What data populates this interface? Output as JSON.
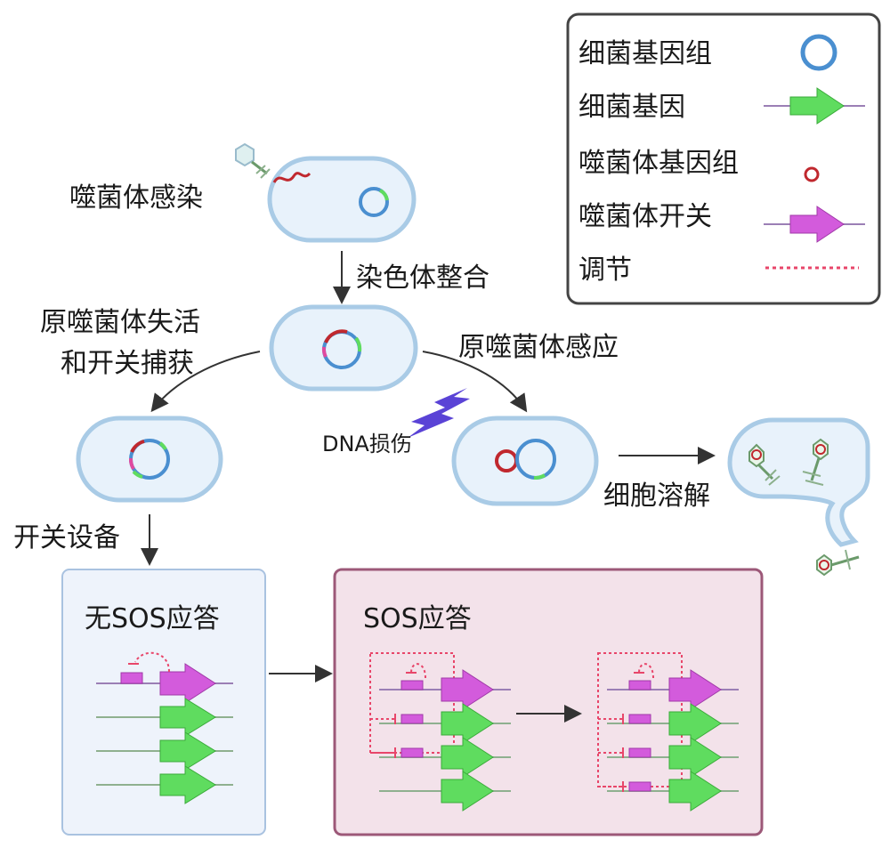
{
  "labels": {
    "phage_infection": "噬菌体感染",
    "chromosome_integration": "染色体整合",
    "prophage_inactivation_line1": "原噬菌体失活",
    "prophage_inactivation_line2": "和开关捕获",
    "prophage_induction": "原噬菌体感应",
    "dna_damage": "DNA损伤",
    "cell_lysis": "细胞溶解",
    "switch_equipment": "开关设备",
    "no_sos_response": "无SOS应答",
    "sos_response": "SOS应答"
  },
  "legend": {
    "items": [
      {
        "label": "细菌基因组",
        "icon": "bacterial-genome-icon"
      },
      {
        "label": "细菌基因",
        "icon": "bacterial-gene-icon"
      },
      {
        "label": "噬菌体基因组",
        "icon": "phage-genome-icon"
      },
      {
        "label": "噬菌体开关",
        "icon": "phage-switch-icon"
      },
      {
        "label": "调节",
        "icon": "regulation-icon"
      }
    ]
  },
  "colors": {
    "cell_fill": "#e8f2fb",
    "cell_stroke": "#a9cbe6",
    "bacterial_genome": "#4a8fd0",
    "bacterial_gene": "#5fdc5f",
    "phage_genome": "#c0282e",
    "phage_switch": "#d35bdc",
    "regulation": "#e8466a",
    "no_sos_panel": "#eef3fb",
    "sos_panel": "#f3e2ea",
    "sos_panel_border": "#9c5878",
    "lightning": "#5a43d6"
  }
}
